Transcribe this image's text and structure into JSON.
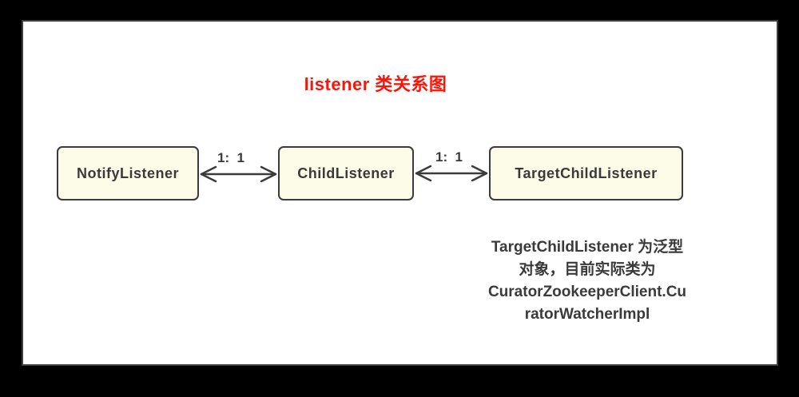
{
  "title": {
    "text": "listener 类关系图",
    "color": "#fb1508"
  },
  "diagram": {
    "nodes": [
      {
        "id": "notify-listener",
        "label": "NotifyListener"
      },
      {
        "id": "child-listener",
        "label": "ChildListener"
      },
      {
        "id": "target-child-listener",
        "label": "TargetChildListener"
      }
    ],
    "edges": [
      {
        "from": "NotifyListener",
        "to": "ChildListener",
        "label": "1:  1",
        "style": "double-arrow"
      },
      {
        "from": "ChildListener",
        "to": "TargetChildListener",
        "label": "1:  1",
        "style": "double-arrow"
      }
    ],
    "note": {
      "lines": [
        "TargetChildListener 为泛型",
        "对象，目前实际类为",
        "CuratorZookeeperClient.Cu",
        "ratorWatcherImpl"
      ]
    }
  },
  "colors": {
    "frame": "#000000",
    "canvas": "#ffffff",
    "node_fill": "#fbfbe8",
    "node_border": "#3b3b3b",
    "text": "#3a3a3a",
    "title": "#fb1508"
  }
}
